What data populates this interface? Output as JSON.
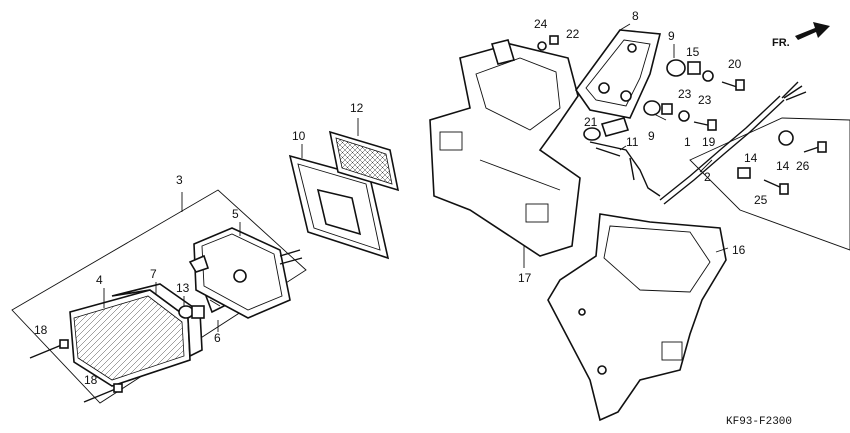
{
  "diagram": {
    "direction_label": "FR.",
    "drawing_code": "KF93-F2300",
    "callouts": [
      "1",
      "2",
      "3",
      "4",
      "5",
      "6",
      "7",
      "8",
      "9",
      "9",
      "10",
      "11",
      "12",
      "13",
      "14",
      "14",
      "15",
      "16",
      "17",
      "18",
      "18",
      "19",
      "20",
      "21",
      "22",
      "23",
      "23",
      "24",
      "25",
      "26"
    ]
  }
}
